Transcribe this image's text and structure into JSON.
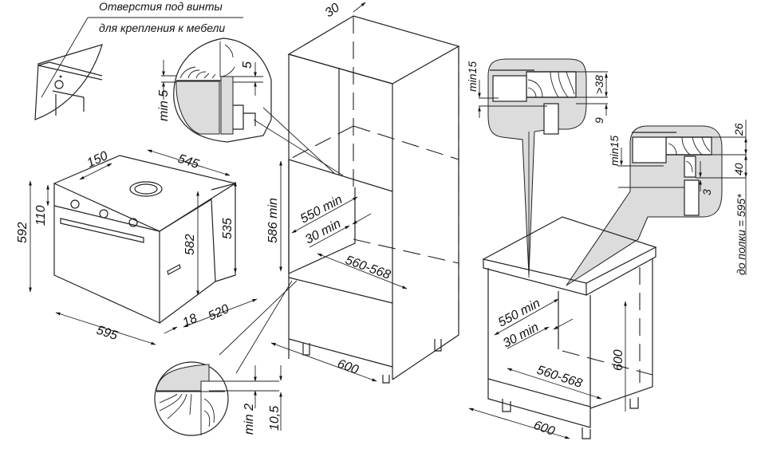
{
  "notes": {
    "screw_holes_line1": "Отверстия под винты",
    "screw_holes_line2": "для крепления к мебели"
  },
  "oven": {
    "width": "595",
    "height_front": "592",
    "height_body": "582",
    "height_side": "535",
    "depth_total": "545",
    "depth_body": "520",
    "front_thickness": "18",
    "panel_height": "110",
    "top_offset": "150"
  },
  "column_cabinet": {
    "top_gap": "30",
    "niche_height": "586 min",
    "niche_depth": "550 min",
    "rear_gap": "30 min",
    "niche_width": "560-568",
    "cabinet_width": "600"
  },
  "detail_top_left": {
    "gap": "5",
    "min_gap": "min 5"
  },
  "detail_bottom_left": {
    "min_gap": "min 2",
    "offset": "10,5"
  },
  "detail_right_1": {
    "min_gap": "min15",
    "worktop": ">38",
    "gap": "9"
  },
  "detail_right_2": {
    "min_gap": "min15",
    "worktop": "26",
    "rail": "40",
    "gap": "3",
    "shelf": "до полки = 595*"
  },
  "base_cabinet": {
    "niche_depth": "550 min",
    "rear_gap": "30 min",
    "niche_width": "560-568",
    "height": "600",
    "cabinet_width": "600"
  }
}
